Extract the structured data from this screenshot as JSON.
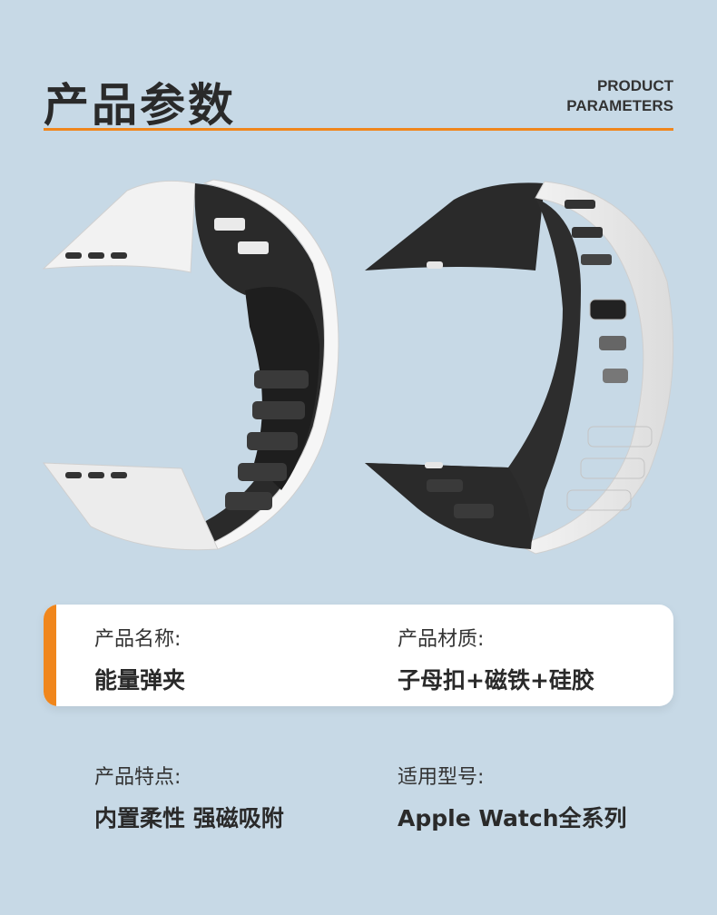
{
  "header": {
    "title": "产品参数",
    "subtitle_line1": "PRODUCT",
    "subtitle_line2": "PARAMETERS"
  },
  "colors": {
    "accent": "#f0861c",
    "background": "#c7d9e6",
    "card": "#ffffff"
  },
  "product_image": {
    "icon": "magnetic-watch-band-image"
  },
  "specs": {
    "name": {
      "label": "产品名称:",
      "value": "能量弹夹"
    },
    "material": {
      "label": "产品材质:",
      "value": "子母扣+磁铁+硅胶"
    },
    "features": {
      "label": "产品特点:",
      "value": "内置柔性 强磁吸附"
    },
    "model": {
      "label": "适用型号:",
      "value": "Apple Watch全系列"
    }
  }
}
